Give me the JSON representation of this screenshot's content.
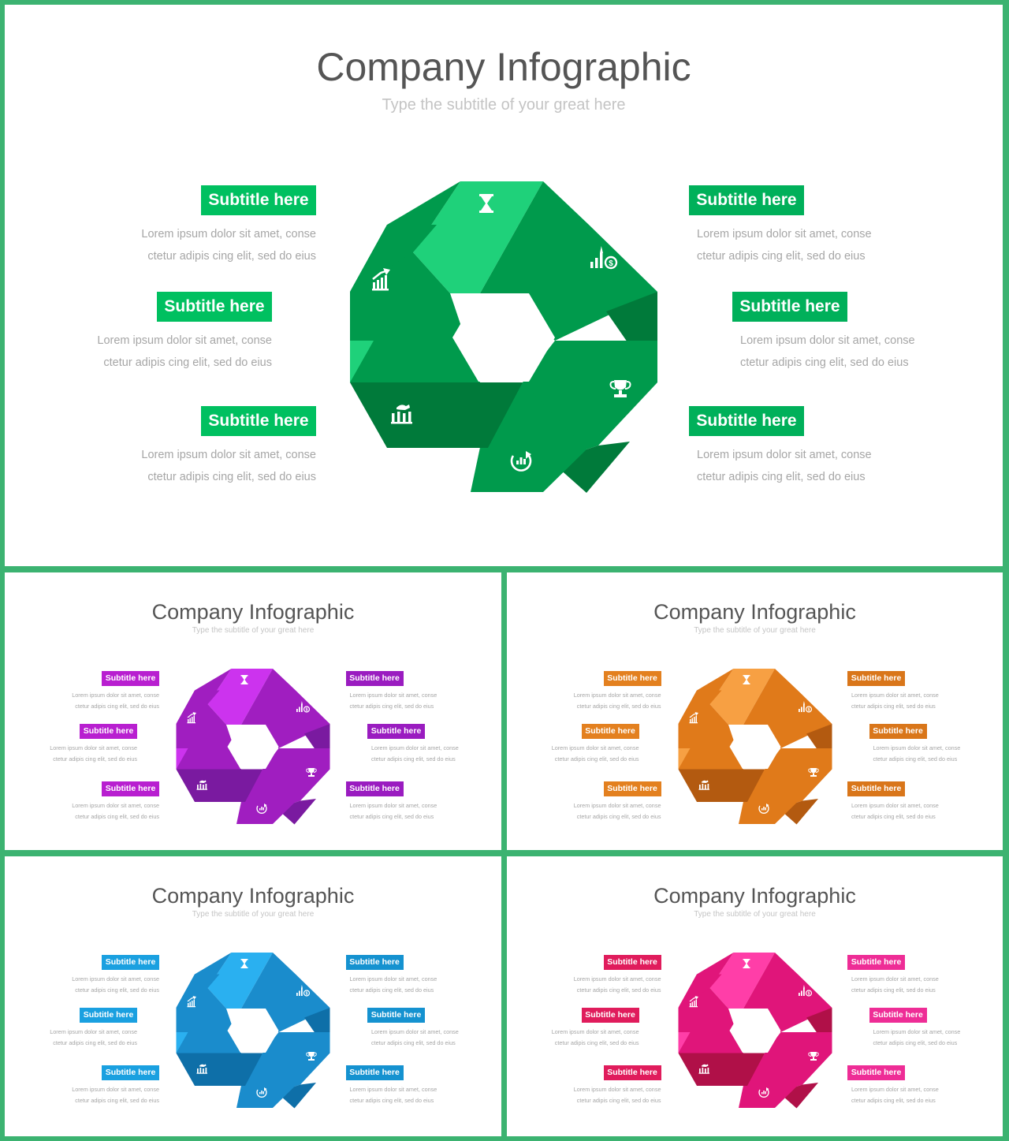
{
  "slides": [
    {
      "name": "slide-green",
      "title": "Company Infographic",
      "subtitle": "Type the subtitle of your great here",
      "palette": {
        "accent": "#00a651",
        "light": "#1fd17a",
        "mid": "#009a4c",
        "dark": "#007a3a",
        "pill_left": "#00c060",
        "pill_right": "#00b05a"
      },
      "items": [
        {
          "label": "Subtitle here",
          "line1": "Lorem ipsum dolor sit amet, conse",
          "line2": "ctetur adipis cing elit, sed do eius"
        },
        {
          "label": "Subtitle here",
          "line1": "Lorem ipsum dolor sit amet, conse",
          "line2": "ctetur adipis cing elit, sed do eius"
        },
        {
          "label": "Subtitle here",
          "line1": "Lorem ipsum dolor sit amet, conse",
          "line2": "ctetur adipis cing elit, sed do eius"
        },
        {
          "label": "Subtitle here",
          "line1": "Lorem ipsum dolor sit amet, conse",
          "line2": "ctetur adipis cing elit, sed do eius"
        },
        {
          "label": "Subtitle here",
          "line1": "Lorem ipsum dolor sit amet, conse",
          "line2": "ctetur adipis cing elit, sed do eius"
        },
        {
          "label": "Subtitle here",
          "line1": "Lorem ipsum dolor sit amet, conse",
          "line2": "ctetur adipis cing elit, sed do eius"
        }
      ]
    },
    {
      "name": "slide-purple",
      "title": "Company Infographic",
      "subtitle": "Type the subtitle of your great here",
      "palette": {
        "accent": "#a020c8",
        "light": "#cc33ee",
        "mid": "#a01ec0",
        "dark": "#7a1aa0",
        "pill_left": "#b81fd0",
        "pill_right": "#9a1cc0"
      },
      "items": [
        {
          "label": "Subtitle here",
          "line1": "Lorem ipsum dolor sit amet, conse",
          "line2": "ctetur adipis cing elit, sed do eius"
        },
        {
          "label": "Subtitle here",
          "line1": "Lorem ipsum dolor sit amet, conse",
          "line2": "ctetur adipis cing elit, sed do eius"
        },
        {
          "label": "Subtitle here",
          "line1": "Lorem ipsum dolor sit amet, conse",
          "line2": "ctetur adipis cing elit, sed do eius"
        },
        {
          "label": "Subtitle here",
          "line1": "Lorem ipsum dolor sit amet, conse",
          "line2": "ctetur adipis cing elit, sed do eius"
        },
        {
          "label": "Subtitle here",
          "line1": "Lorem ipsum dolor sit amet, conse",
          "line2": "ctetur adipis cing elit, sed do eius"
        },
        {
          "label": "Subtitle here",
          "line1": "Lorem ipsum dolor sit amet, conse",
          "line2": "ctetur adipis cing elit, sed do eius"
        }
      ]
    },
    {
      "name": "slide-orange",
      "title": "Company Infographic",
      "subtitle": "Type the subtitle of your great here",
      "palette": {
        "accent": "#e67e22",
        "light": "#f7a043",
        "mid": "#e07a1a",
        "dark": "#b35a10",
        "pill_left": "#e3801f",
        "pill_right": "#d9761a"
      },
      "items": [
        {
          "label": "Subtitle here",
          "line1": "Lorem ipsum dolor sit amet, conse",
          "line2": "ctetur adipis cing elit, sed do eius"
        },
        {
          "label": "Subtitle here",
          "line1": "Lorem ipsum dolor sit amet, conse",
          "line2": "ctetur adipis cing elit, sed do eius"
        },
        {
          "label": "Subtitle here",
          "line1": "Lorem ipsum dolor sit amet, conse",
          "line2": "ctetur adipis cing elit, sed do eius"
        },
        {
          "label": "Subtitle here",
          "line1": "Lorem ipsum dolor sit amet, conse",
          "line2": "ctetur adipis cing elit, sed do eius"
        },
        {
          "label": "Subtitle here",
          "line1": "Lorem ipsum dolor sit amet, conse",
          "line2": "ctetur adipis cing elit, sed do eius"
        },
        {
          "label": "Subtitle here",
          "line1": "Lorem ipsum dolor sit amet, conse",
          "line2": "ctetur adipis cing elit, sed do eius"
        }
      ]
    },
    {
      "name": "slide-blue",
      "title": "Company Infographic",
      "subtitle": "Type the subtitle of your great here",
      "palette": {
        "accent": "#1a9ee0",
        "light": "#2ab0f0",
        "mid": "#1a8ccc",
        "dark": "#0e6fa8",
        "pill_left": "#1aa0e0",
        "pill_right": "#1592d0"
      },
      "items": [
        {
          "label": "Subtitle here",
          "line1": "Lorem ipsum dolor sit amet, conse",
          "line2": "ctetur adipis cing elit, sed do eius"
        },
        {
          "label": "Subtitle here",
          "line1": "Lorem ipsum dolor sit amet, conse",
          "line2": "ctetur adipis cing elit, sed do eius"
        },
        {
          "label": "Subtitle here",
          "line1": "Lorem ipsum dolor sit amet, conse",
          "line2": "ctetur adipis cing elit, sed do eius"
        },
        {
          "label": "Subtitle here",
          "line1": "Lorem ipsum dolor sit amet, conse",
          "line2": "ctetur adipis cing elit, sed do eius"
        },
        {
          "label": "Subtitle here",
          "line1": "Lorem ipsum dolor sit amet, conse",
          "line2": "ctetur adipis cing elit, sed do eius"
        },
        {
          "label": "Subtitle here",
          "line1": "Lorem ipsum dolor sit amet, conse",
          "line2": "ctetur adipis cing elit, sed do eius"
        }
      ]
    },
    {
      "name": "slide-pink",
      "title": "Company Infographic",
      "subtitle": "Type the subtitle of your great here",
      "palette": {
        "accent": "#e8185a",
        "light": "#ff3ea8",
        "mid": "#e0157a",
        "dark": "#b01048",
        "pill_left": "#e01c5c",
        "pill_right": "#ee2d96"
      },
      "items": [
        {
          "label": "Subtitle here",
          "line1": "Lorem ipsum dolor sit amet, conse",
          "line2": "ctetur adipis cing elit, sed do eius"
        },
        {
          "label": "Subtitle here",
          "line1": "Lorem ipsum dolor sit amet, conse",
          "line2": "ctetur adipis cing elit, sed do eius"
        },
        {
          "label": "Subtitle here",
          "line1": "Lorem ipsum dolor sit amet, conse",
          "line2": "ctetur adipis cing elit, sed do eius"
        },
        {
          "label": "Subtitle here",
          "line1": "Lorem ipsum dolor sit amet, conse",
          "line2": "ctetur adipis cing elit, sed do eius"
        },
        {
          "label": "Subtitle here",
          "line1": "Lorem ipsum dolor sit amet, conse",
          "line2": "ctetur adipis cing elit, sed do eius"
        },
        {
          "label": "Subtitle here",
          "line1": "Lorem ipsum dolor sit amet, conse",
          "line2": "ctetur adipis cing elit, sed do eius"
        }
      ]
    }
  ],
  "icons": [
    "hourglass-icon",
    "growth-dollar-icon",
    "trophy-icon",
    "refresh-chart-icon",
    "hand-bars-icon",
    "growth-chart-icon"
  ]
}
